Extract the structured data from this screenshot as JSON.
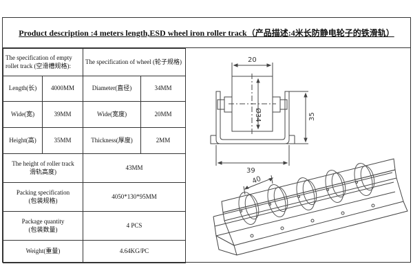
{
  "title": "Product description :4 meters length,ESD wheel iron roller track（产品描述:4米长防静电轮子的铁滑轨）",
  "headers": {
    "empty": "The specification of empty rollet track        (空滑槽规格):",
    "wheel": "The specification of wheel  (轮子规格)"
  },
  "rows": [
    {
      "l1": "Length(长)",
      "v1": "4000MM",
      "l2": "Diameter(直径)",
      "v2": "34MM"
    },
    {
      "l1": "Wide(宽)",
      "v1": "39MM",
      "l2": "Wide(宽度)",
      "v2": "20MM"
    },
    {
      "l1": "Height(高)",
      "v1": "35MM",
      "l2": "Thickness(厚度)",
      "v2": "2MM"
    }
  ],
  "height_label": "The height of roller track",
  "height_label_cn": "滑轨高度)",
  "height_value": "43MM",
  "packing_label": "Packing specification",
  "packing_label_cn": "(包装规格)",
  "packing_value": "4050*130*95MM",
  "qty_label": "Package quantity",
  "qty_label_cn": "(包装数量)",
  "qty_value": "4 PCS",
  "weight_label": "Weight(重量)",
  "weight_value": "4.64KG/PC",
  "dims": {
    "top_width": "20",
    "diameter": "Ø34",
    "height": "35",
    "bottom_width": "39",
    "pitch": "40"
  }
}
